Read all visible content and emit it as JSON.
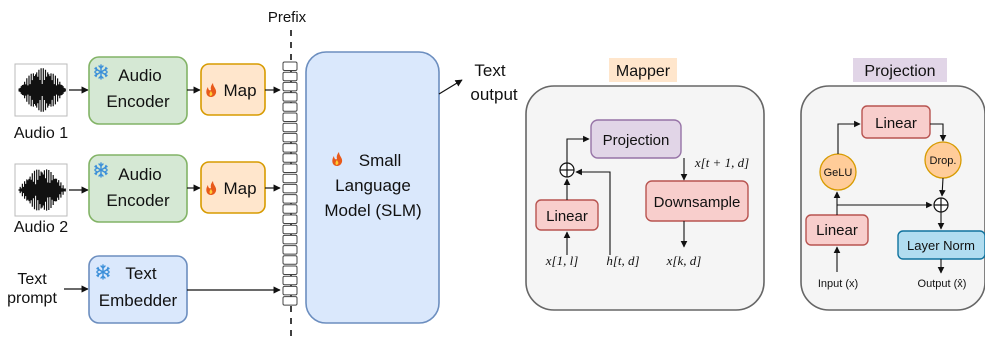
{
  "prefix_label": "Prefix",
  "audio1": {
    "caption": "Audio 1"
  },
  "audio2": {
    "caption": "Audio 2"
  },
  "encoder1": {
    "line1": "Audio",
    "line2": "Encoder"
  },
  "encoder2": {
    "line1": "Audio",
    "line2": "Encoder"
  },
  "map1": {
    "label": "Map"
  },
  "map2": {
    "label": "Map"
  },
  "text_prompt": {
    "line1": "Text",
    "line2": "prompt"
  },
  "embedder": {
    "line1": "Text",
    "line2": "Embedder"
  },
  "slm": {
    "line1": "Small",
    "line2": "Language",
    "line3": "Model (SLM)"
  },
  "text_output": {
    "line1": "Text",
    "line2": "output"
  },
  "mapper": {
    "title": "Mapper",
    "projection": "Projection",
    "linear": "Linear",
    "downsample": "Downsample",
    "x_1_l": "x[1, l]",
    "h_t_d": "h[t, d]",
    "x_t1_d": "x[t + 1, d]",
    "x_k_d": "x[k, d]"
  },
  "projection_panel": {
    "title": "Projection",
    "linear_top": "Linear",
    "gelu": "GeLU",
    "dropout": "Drop.",
    "linear": "Linear",
    "layer_norm": "Layer Norm",
    "input": "Input (x)",
    "output": "Output (x̂)"
  },
  "colors": {
    "green_fill": "#d5e8d4",
    "green_stroke": "#82b366",
    "orange_fill": "#ffe6cc",
    "orange_stroke": "#d79b00",
    "blue_fill": "#dae8fc",
    "blue_stroke": "#6c8ebf",
    "purple_fill": "#e1d5e7",
    "purple_stroke": "#9673a6",
    "red_fill": "#f8cecc",
    "red_stroke": "#b85450",
    "panel_fill": "#f5f5f5",
    "panel_stroke": "#666666",
    "layernorm_fill": "#b1ddf0",
    "layernorm_stroke": "#10739e",
    "gelu_fill": "#ffcc99",
    "gelu_stroke": "#d79b00",
    "mapper_tag": "#ffe6cc",
    "projection_tag": "#e1d5e7",
    "snowflake": "#3b8fd9",
    "flame": "#e8591a"
  },
  "icons": [
    "snowflake-icon",
    "flame-icon",
    "waveform-icon"
  ]
}
